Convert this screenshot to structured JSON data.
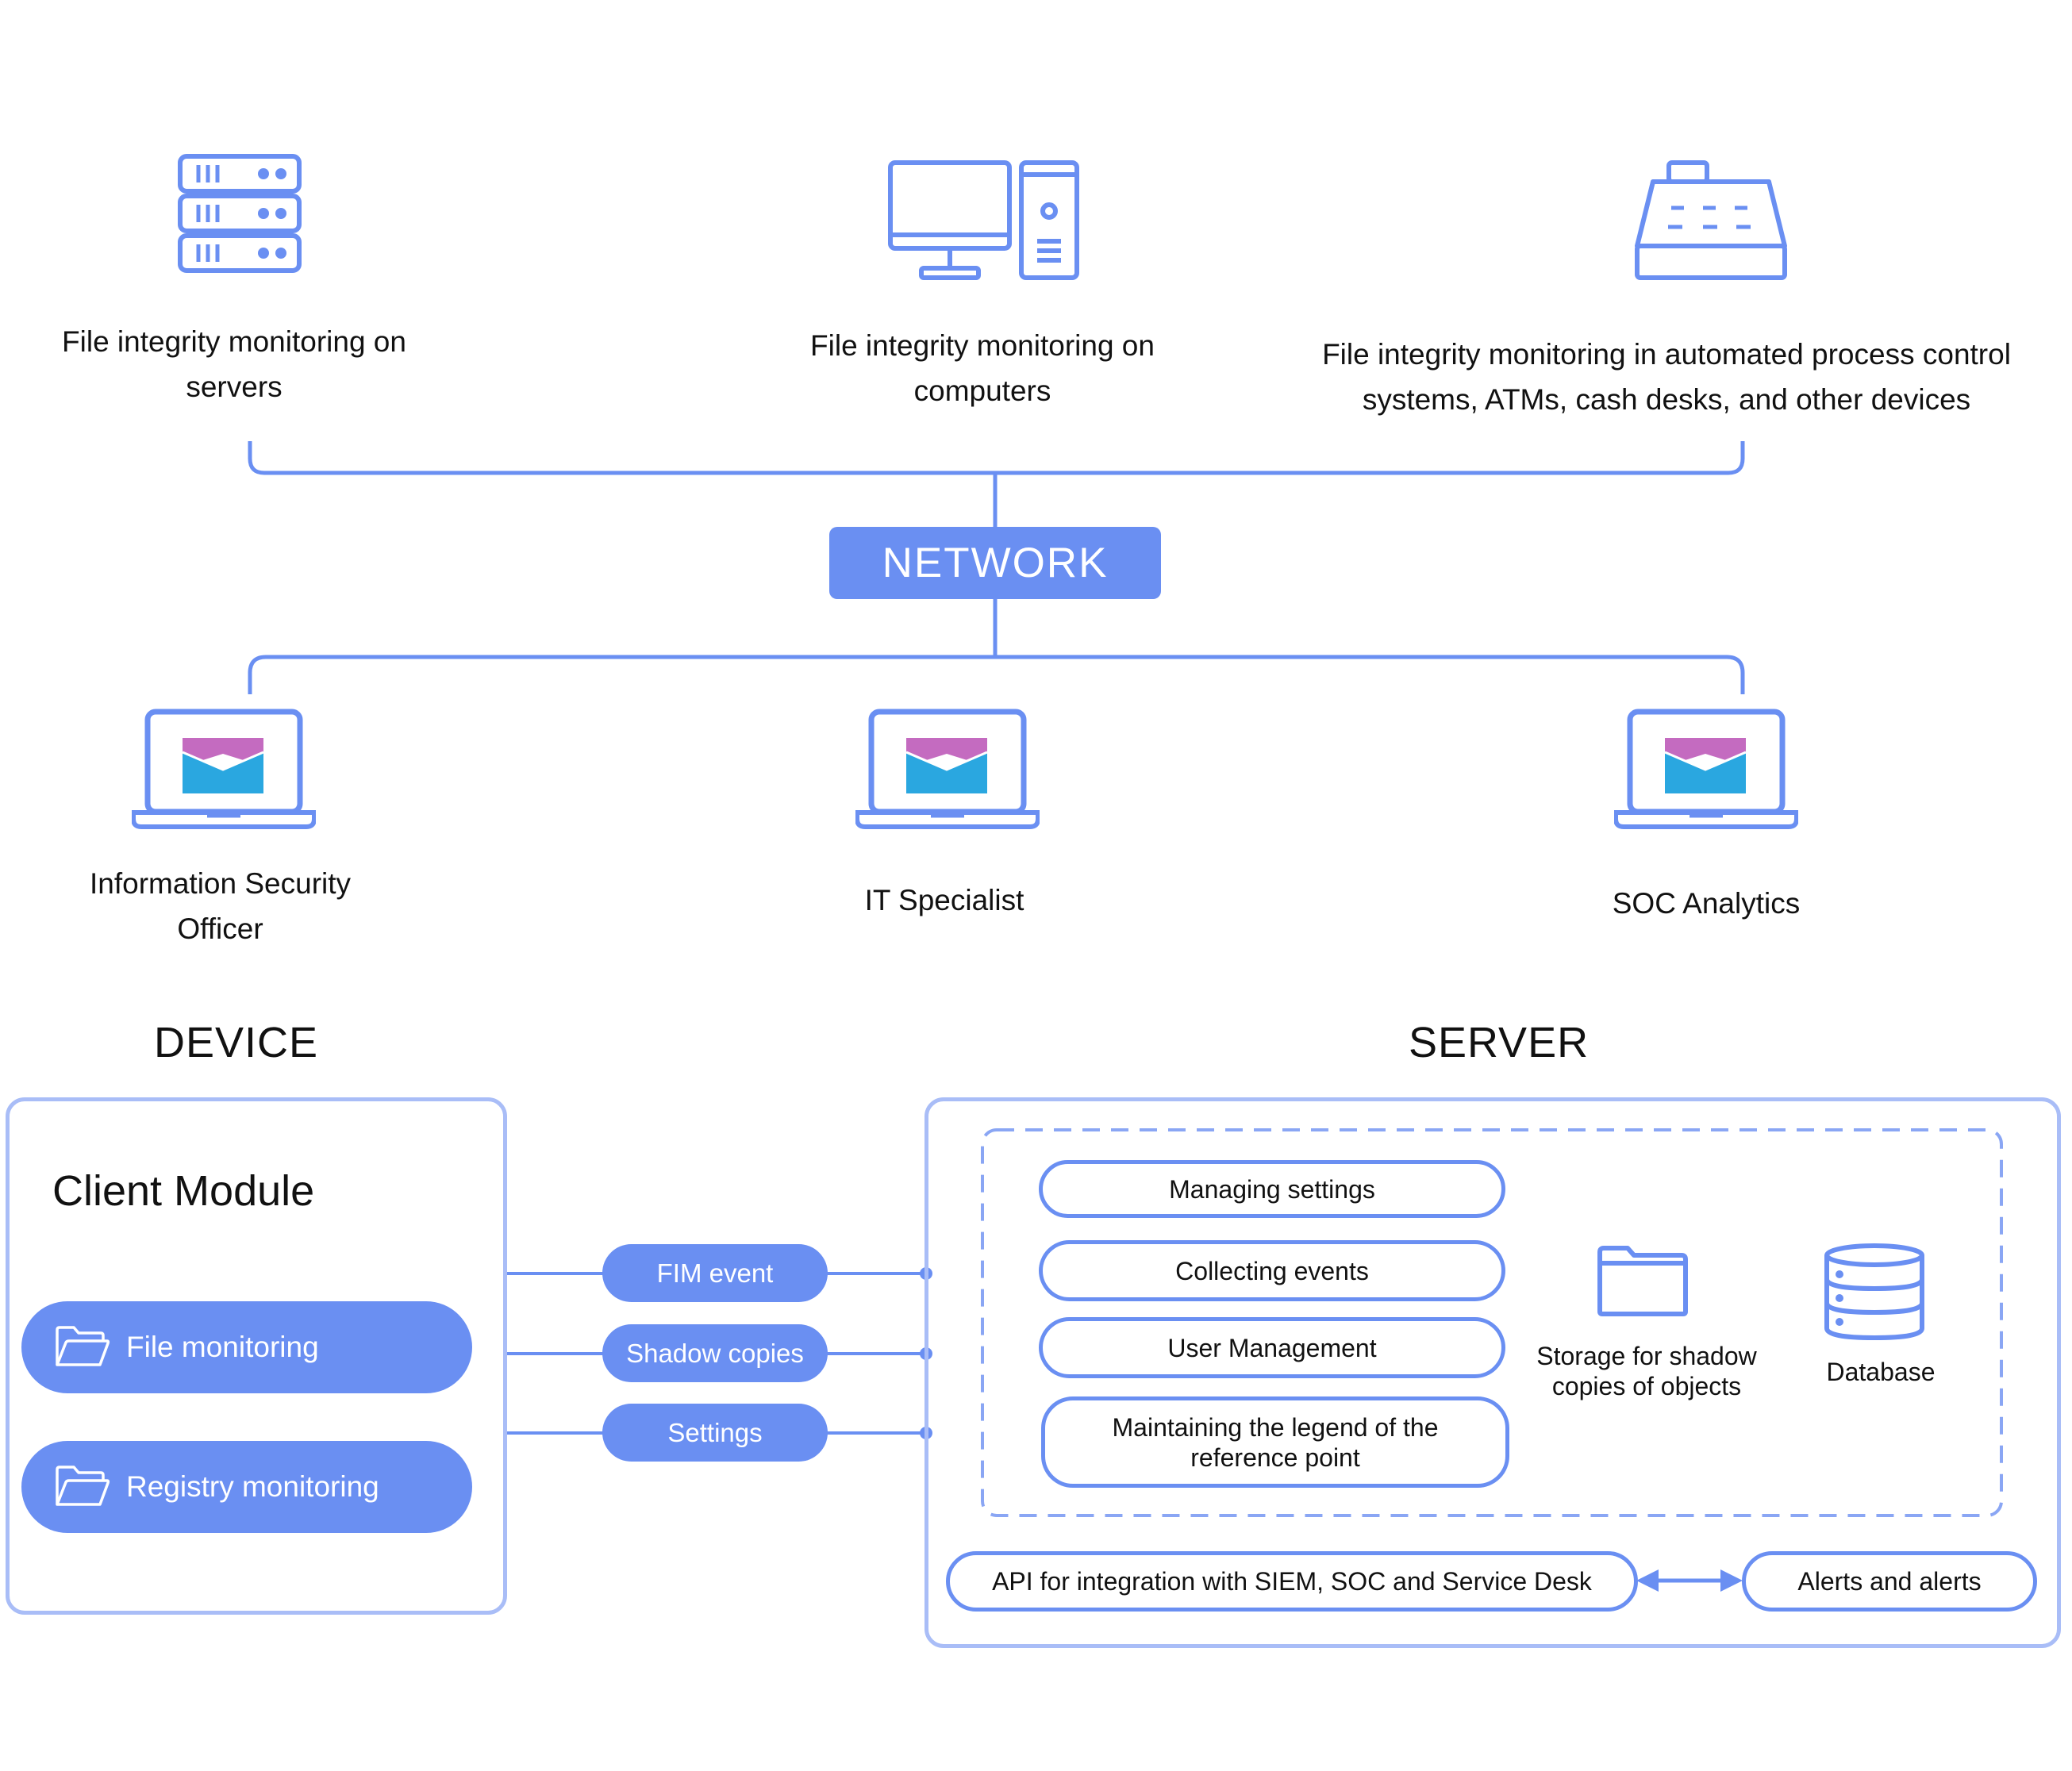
{
  "top": {
    "servers_label": "File integrity monitoring on servers",
    "computers_label": "File integrity monitoring on computers",
    "devices_label": "File integrity monitoring in automated process control systems, ATMs, cash desks, and other devices"
  },
  "network": {
    "label": "NETWORK"
  },
  "users": {
    "officer": "Information Security Officer",
    "it": "IT Specialist",
    "soc": "SOC Analytics"
  },
  "device": {
    "heading": "DEVICE",
    "module_title": "Client Module",
    "file_monitoring": "File monitoring",
    "registry_monitoring": "Registry monitoring"
  },
  "flows": {
    "fim_event": "FIM event",
    "shadow_copies": "Shadow copies",
    "settings": "Settings"
  },
  "server": {
    "heading": "SERVER",
    "functions": [
      "Managing settings",
      "Collecting events",
      "User Management",
      "Maintaining the legend of the reference point"
    ],
    "storage_label": "Storage for shadow copies of objects",
    "database_label": "Database",
    "api_label": "API for integration with SIEM, SOC and Service Desk",
    "alerts_label": "Alerts and alerts"
  },
  "colors": {
    "accent": "#6a8ff2",
    "light_border": "#a9bdf7",
    "mail_pink": "#c46bc0",
    "mail_blue": "#2aa7e0"
  },
  "icons": [
    "server-rack-icon",
    "desktop-computer-icon",
    "cash-register-icon",
    "laptop-mail-icon",
    "folder-icon",
    "database-icon"
  ]
}
